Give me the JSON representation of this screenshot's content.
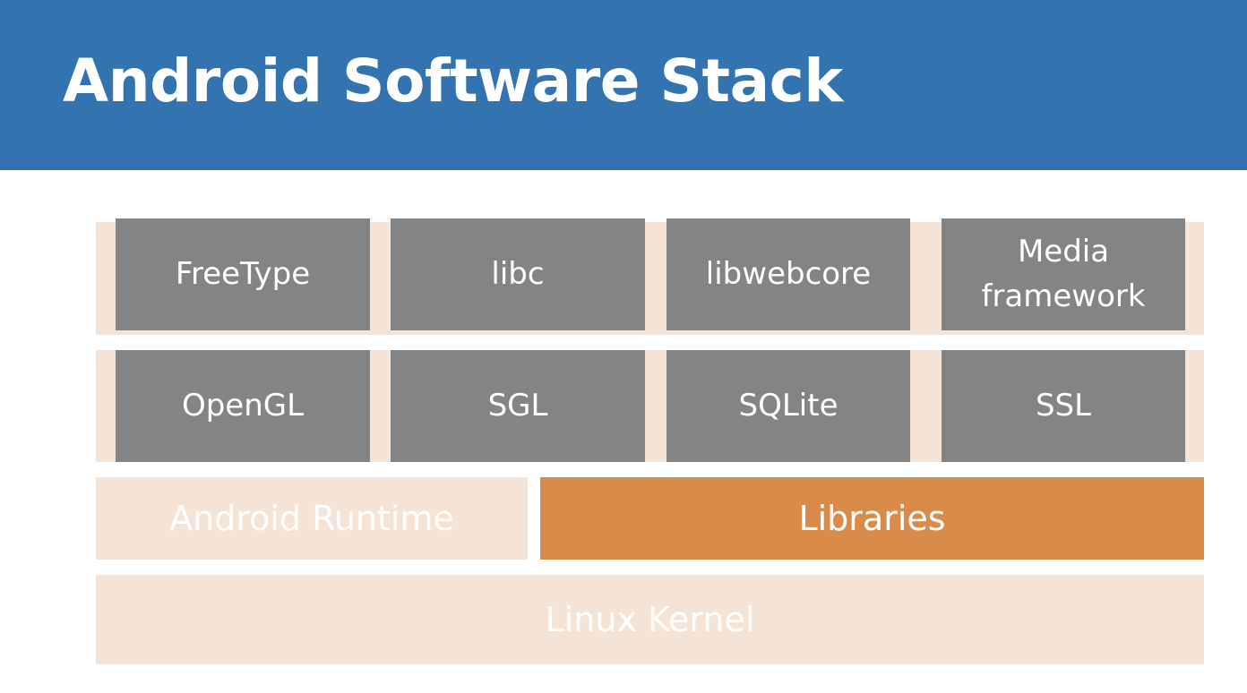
{
  "slide": {
    "title": "Android Software Stack"
  },
  "stack": {
    "libraries_row1": [
      "FreeType",
      "libc",
      "libwebcore",
      "Media framework"
    ],
    "libraries_row2": [
      "OpenGL",
      "SGL",
      "SQLite",
      "SSL"
    ],
    "android_runtime": "Android Runtime",
    "libraries": "Libraries",
    "linux_kernel": "Linux Kernel"
  },
  "colors": {
    "title_bar": "#3373b0",
    "layer_background": "#f5e3d6",
    "component_tile": "#848484",
    "highlight_layer": "#d98b49"
  }
}
